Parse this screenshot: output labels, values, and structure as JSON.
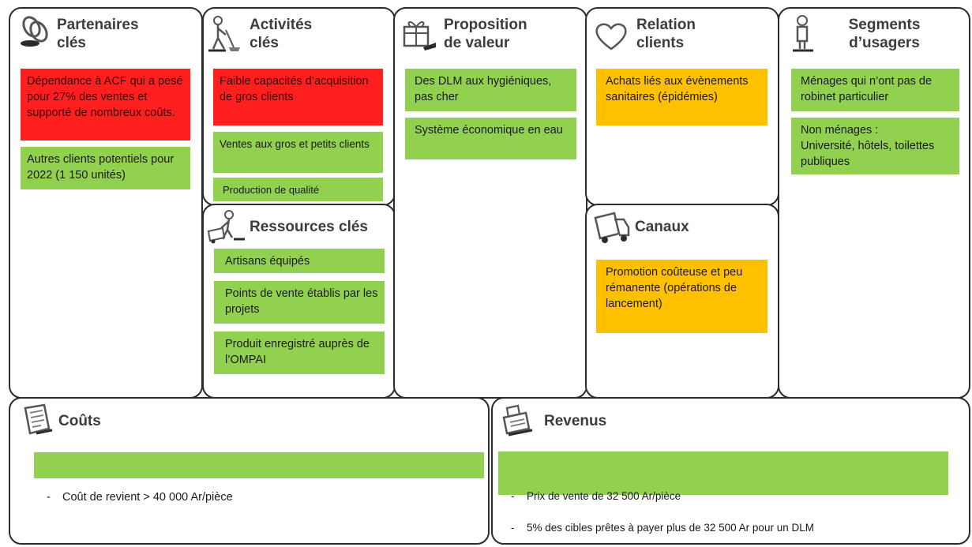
{
  "canvas": {
    "partenaires": {
      "title": "Partenaires\nclés",
      "icon": "chain-link-icon",
      "notes": [
        {
          "text": "Dépendance à ACF qui a pesé pour 27% des ventes et supporté de nombreux coûts.",
          "color": "#ff1f1f"
        },
        {
          "text": "Autres clients potentiels pour 2022 (1 150 unités)",
          "color": "#92d050"
        }
      ]
    },
    "activites": {
      "title": "Activités\nclés",
      "icon": "worker-sweeping-icon",
      "notes": [
        {
          "text": "Faible capacités d’acquisition de gros clients",
          "color": "#ff1f1f"
        },
        {
          "text": "Ventes aux gros et petits clients",
          "color": "#92d050"
        },
        {
          "text": "Production de qualité",
          "color": "#92d050"
        }
      ]
    },
    "ressources": {
      "title": "Ressources clés",
      "icon": "worker-with-cart-icon",
      "notes": [
        {
          "text": "Artisans équipés",
          "color": "#92d050"
        },
        {
          "text": "Points de vente établis par les projets",
          "color": "#92d050"
        },
        {
          "text": "Produit enregistré auprès de l’OMPAI",
          "color": "#92d050"
        }
      ]
    },
    "proposition": {
      "title": "Proposition\nde valeur",
      "icon": "gift-box-icon",
      "notes": [
        {
          "text": "Des DLM aux hygiéniques, pas cher",
          "color": "#92d050"
        },
        {
          "text": "Système économique en eau",
          "color": "#92d050"
        }
      ]
    },
    "relation": {
      "title": "Relation\nclients",
      "icon": "heart-icon",
      "notes": [
        {
          "text": "Achats liés aux évènements sanitaires (épidémies)",
          "color": "#ffc000"
        }
      ]
    },
    "canaux": {
      "title": "Canaux",
      "icon": "delivery-truck-icon",
      "notes": [
        {
          "text": "Promotion coûteuse et peu rémanente (opérations de lancement)",
          "color": "#ffc000"
        }
      ]
    },
    "segments": {
      "title": "Segments\nd’usagers",
      "icon": "person-standing-icon",
      "notes": [
        {
          "text": "Ménages qui n’ont pas de robinet particulier",
          "color": "#92d050"
        },
        {
          "text": "Non ménages :\nUniversité, hôtels, toilettes publiques",
          "color": "#92d050"
        }
      ]
    },
    "couts": {
      "title": "Coûts",
      "icon": "document-list-icon",
      "bullets": [
        "Coût de revient > 40 000 Ar/pièce"
      ],
      "bullet_marker": "-",
      "color": "#92d050"
    },
    "revenus": {
      "title": "Revenus",
      "icon": "cash-register-icon",
      "bullets": [
        "Prix de vente de 32 500 Ar/pièce",
        "5% des cibles prêtes à payer plus de 32 500 Ar pour un DLM"
      ],
      "bullet_marker": "-",
      "color": "#92d050"
    }
  }
}
